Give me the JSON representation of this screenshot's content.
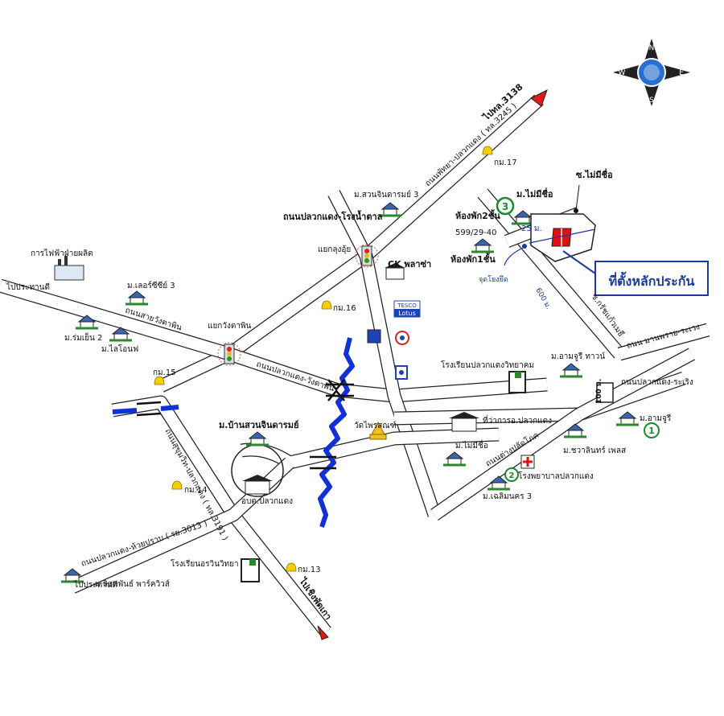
{
  "compass": {
    "n": "N",
    "s": "S",
    "e": "E",
    "w": "W"
  },
  "road_labels": {
    "to_3138": "ไปทล.3138",
    "to_prachinburi_top": "ไปประทานดี",
    "to_prachinburi_bottom": "ไปประทานดี",
    "to_chachoengsao": "ไปเชิงพัดเกา",
    "plaeng_rongnamtan": "ถนนปลวกแดง-โรงน้ำตาล",
    "main_road": "ถนนพัทยา-ปลวกแดง ( ทล.3245 )",
    "wang_taphin_road": "ถนนปลวกแดง-วังตาพิน",
    "sai_wang_taphin": "ถนนสายวังตาพิน",
    "plaeng_rayong": "ถนนปลวกแดง-ระเริง",
    "plaeng_huaipran": "ถนนปลวกแดง-ห้วยปราบ ( รย.3013 )",
    "sukhumvit": "ถนนสุขุมวิท-ปลวกแดง ( ทล.3191 )",
    "soi_pradu": "ถนนต่างปลัดโภค",
    "soi_mai_mi_chue": "ซ.ไม่มีชื่อ",
    "soi_kaew": "ซ.กรัชแก้วเมธี",
    "road_mana": "ถนน มานพราย-ระเวง"
  },
  "places": {
    "power_plant": "การไฟฟ้าฝ่ายผลิต",
    "intersection_krok": "แยกลุงอุ้ย",
    "intersection_wang": "แยกวังตาพิน",
    "ck_plaza": "CK พลาซ่า",
    "lotus_tesco": "TESCO",
    "lotus": "Lotus",
    "m_suan_chindarom3": "ม.สวนจินดารมย์ 3",
    "m_lerdsiri3": "ม.เลอร์ซีซีย์ 3",
    "m_romyen2": "ม.ร่มเย็น 2",
    "m_thai_home": "ม.ไลโอนฟ",
    "m_ban_suan": "ม.บ้านสวนจินดารมย์",
    "m_mai_mi_chue_top": "ม.ไม่มีชื่อ",
    "m_mai_mi_chue_mid": "ม.ไม่มีชื่อ",
    "m_amuri_town": "ม.อามจูรี ทาวน์",
    "m_amuri": "ม.อามจูรี",
    "m_chawalin": "ม.ชวาลินทร์ เพลส",
    "m_chaloem3": "ม.เฉลิมนคร 3",
    "m_lertsirin": "ม.ลิสทพันธ์ พาร์ควิวส์",
    "school_plaeng": "โรงเรียนปลวกแดงวิทยาคม",
    "school_worawit": "โรงเรียนอรวินวิทยา",
    "district_office": "ที่ว่าการอ.ปลวกแดง",
    "hospital": "โรงพยาบาลปลวกแดง",
    "abt": "อบต.ปลวกแดง",
    "wat": "วัดไพรสณฑ์",
    "room2": "ห้องพัก2ชั้น",
    "room2_no": "599/29-40",
    "room1": "ห้องพัก1ชั้น",
    "landmark": "จุดโยงยึด",
    "site": "ที่ตั้งหลักประกัน",
    "km13": "กม.13",
    "km14": "กม.14",
    "km15": "กม.15",
    "km16": "กม.16",
    "km17": "กม.17",
    "dist_25m": "25 ม.",
    "dist_600m": "600 ม.",
    "dist_100m": "100 ม."
  },
  "markers": {
    "one": "1",
    "two": "2",
    "three": "3"
  },
  "colors": {
    "road": "#222222",
    "river": "#1030d8",
    "site_box": "#1a3a9a",
    "site_text": "#1a3a9a",
    "marker": "#1b8a2a",
    "pointer": "#1a3aa0",
    "red_lot": "#e01010"
  }
}
